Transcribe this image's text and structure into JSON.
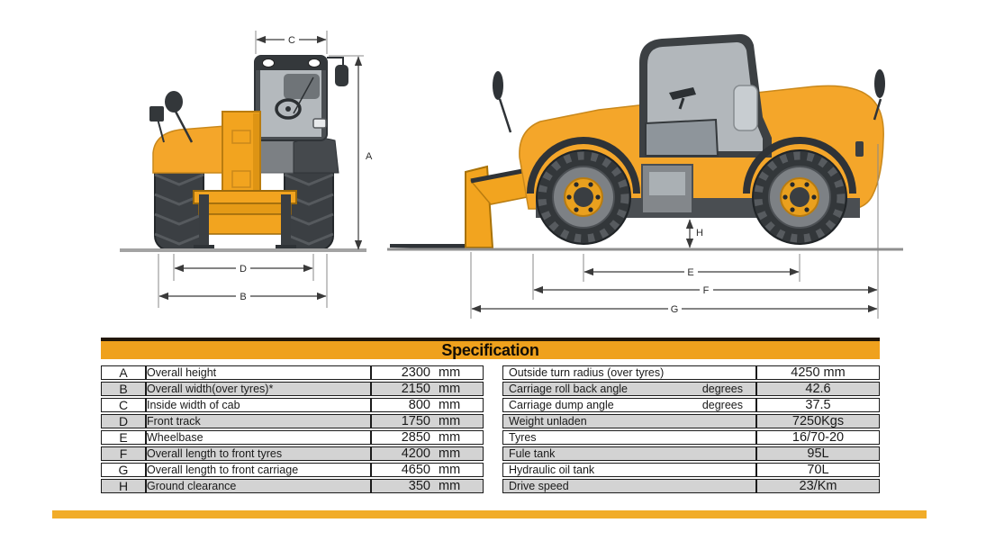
{
  "diagram": {
    "front_view": {
      "labels": {
        "c": "C",
        "a": "A",
        "d": "D",
        "b": "B"
      }
    },
    "side_view": {
      "labels": {
        "h": "H",
        "e": "E",
        "f": "F",
        "g": "G"
      }
    }
  },
  "spec": {
    "title": "Specification",
    "left_rows": [
      {
        "key": "A",
        "label": "Overall height",
        "value": "2300",
        "unit": "mm"
      },
      {
        "key": "B",
        "label": "Overall width(over tyres)*",
        "value": "2150",
        "unit": "mm"
      },
      {
        "key": "C",
        "label": "Inside width of cab",
        "value": "800",
        "unit": "mm"
      },
      {
        "key": "D",
        "label": "Front track",
        "value": "1750",
        "unit": "mm"
      },
      {
        "key": "E",
        "label": "Wheelbase",
        "value": "2850",
        "unit": "mm"
      },
      {
        "key": "F",
        "label": "Overall length to front tyres",
        "value": "4200",
        "unit": "mm"
      },
      {
        "key": "G",
        "label": "Overall length to front carriage",
        "value": "4650",
        "unit": "mm"
      },
      {
        "key": "H",
        "label": "Ground clearance",
        "value": "350",
        "unit": "mm"
      }
    ],
    "right_rows": [
      {
        "label": "Outside turn radius (over tyres)",
        "note": "",
        "value": "4250 mm"
      },
      {
        "label": "Carriage roll back angle",
        "note": "degrees",
        "value": "42.6"
      },
      {
        "label": "Carriage dump angle",
        "note": "degrees",
        "value": "37.5"
      },
      {
        "label": "Weight unladen",
        "note": "",
        "value": "7250Kgs"
      },
      {
        "label": "Tyres",
        "note": "",
        "value": "16/70-20"
      },
      {
        "label": "Fule tank",
        "note": "",
        "value": "95L"
      },
      {
        "label": "Hydraulic oil tank",
        "note": "",
        "value": "70L"
      },
      {
        "label": "Drive speed",
        "note": "",
        "value": "23/Km"
      }
    ]
  },
  "colors": {
    "header_bar": "#EFA11D",
    "bottom_bar": "#F1AC29",
    "machine_body": "#F4A62A",
    "machine_dark": "#3C4043",
    "row_gray": "#D3D3D3",
    "border_black": "#1B1B1B"
  }
}
